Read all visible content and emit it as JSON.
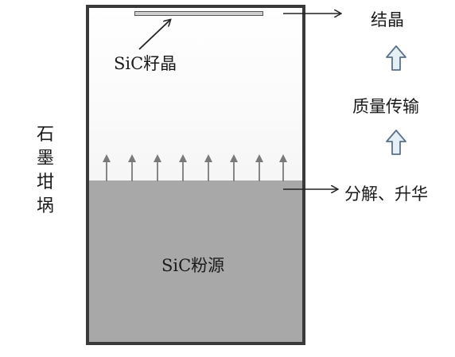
{
  "labels": {
    "seed_crystal": "SiC籽晶",
    "powder_source": "SiC粉源",
    "graphite_crucible": "石墨坩埚",
    "crystallization": "结晶",
    "mass_transport": "质量传输",
    "decomposition_sublimation": "分解、升华"
  },
  "colors": {
    "border": "#3a3a3a",
    "powder": "#a8a8a8",
    "seed": "#cfcfcf",
    "arrow": "#7a7a7a",
    "up_arrow_fill": "#e6eef6",
    "up_arrow_stroke": "#5a7088"
  },
  "icons": {
    "sublimation_arrows": "arrow-up-icon",
    "process_flow_arrows": "block-arrow-up-icon",
    "pointer_arrows": "arrow-right-icon"
  }
}
